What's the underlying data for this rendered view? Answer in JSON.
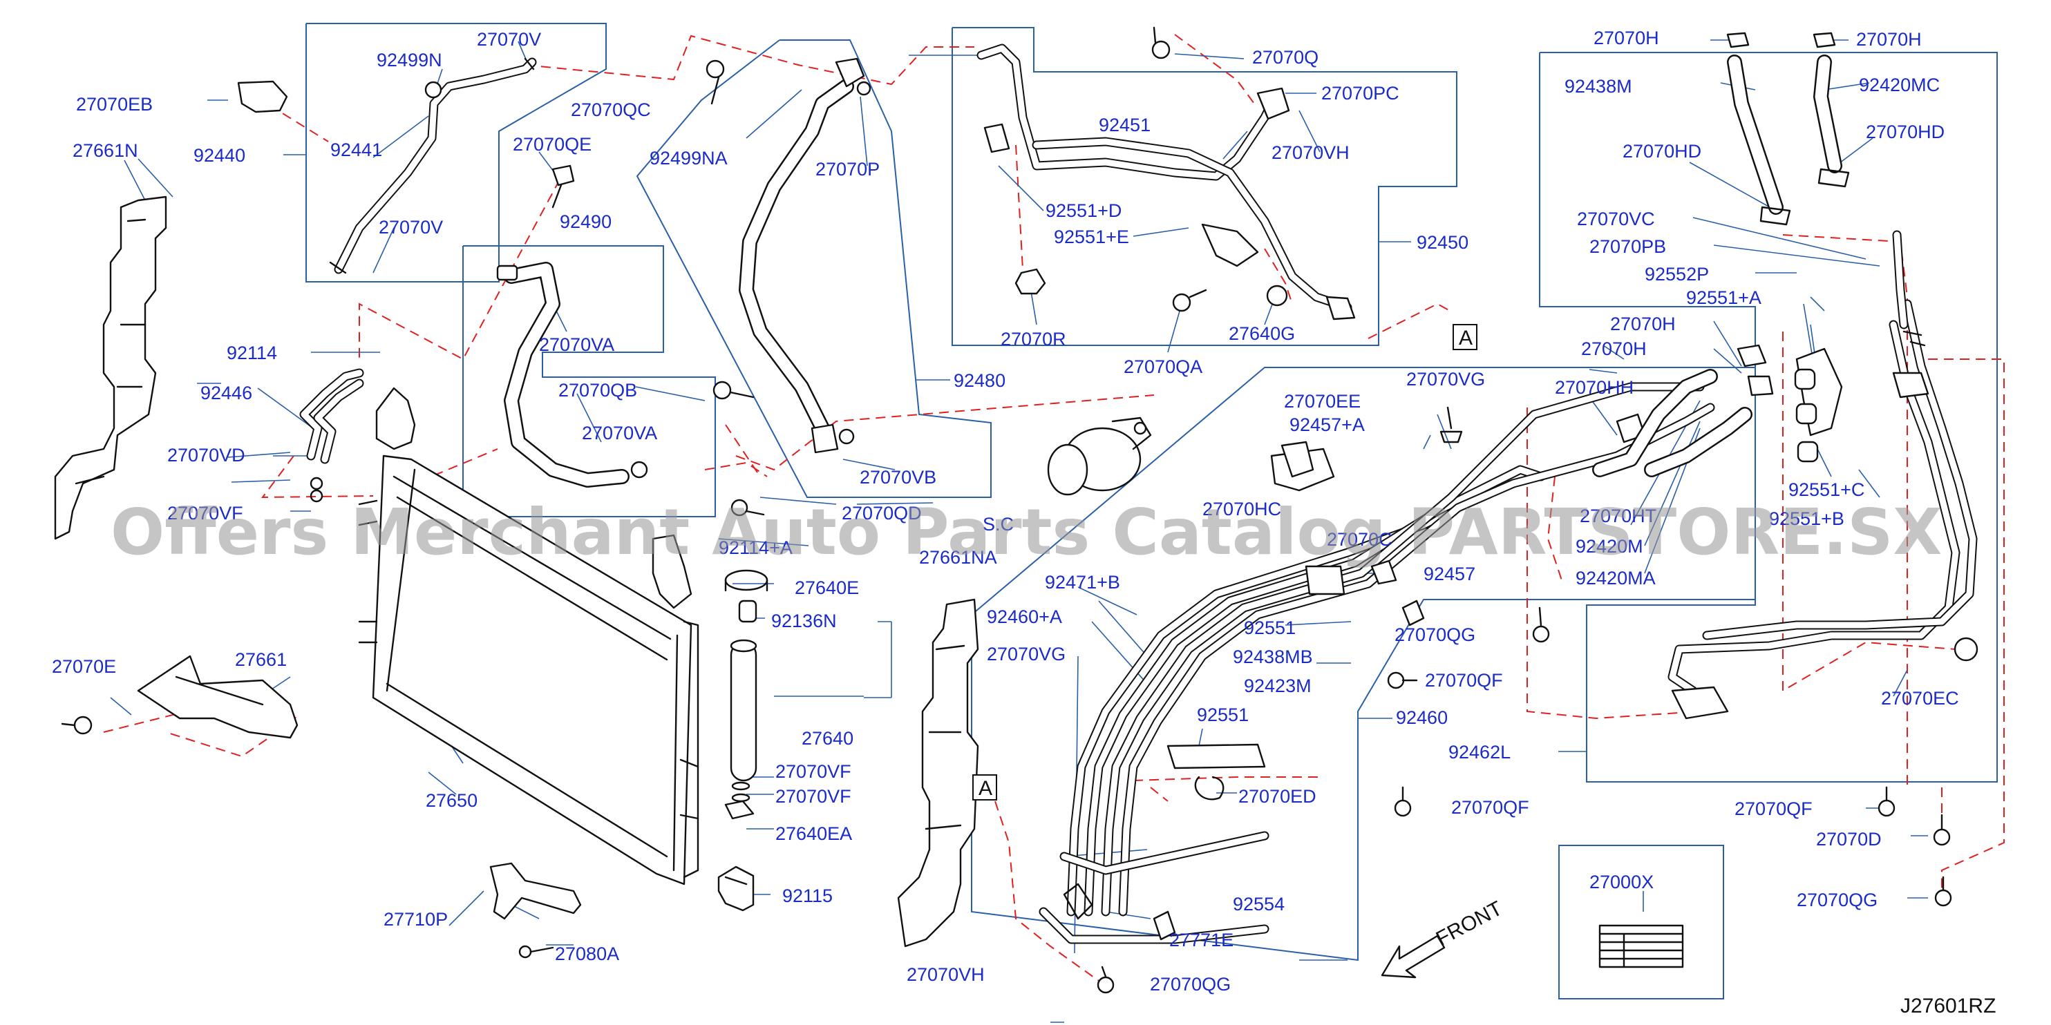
{
  "diagram": {
    "watermark": "Offers Merchant Auto Parts Catalog PARTSTORE.SX",
    "drawing_id": "J27601RZ",
    "front_label": "FRONT",
    "ref_marker": "A",
    "sc_fragment": "S.C",
    "labels": {
      "l_27070V_top": "27070V",
      "l_92499N": "92499N",
      "l_27070EB": "27070EB",
      "l_92440": "92440",
      "l_92441": "92441",
      "l_27661N": "27661N",
      "l_27070V_mid": "27070V",
      "l_27070QC": "27070QC",
      "l_27070QE": "27070QE",
      "l_92499NA": "92499NA",
      "l_27070P": "27070P",
      "l_92490": "92490",
      "l_27070VA_1": "27070VA",
      "l_27070QB": "27070QB",
      "l_27070VA_2": "27070VA",
      "l_92480": "92480",
      "l_27070VB": "27070VB",
      "l_92114": "92114",
      "l_92446": "92446",
      "l_27070VD": "27070VD",
      "l_27070VF_left": "27070VF",
      "l_27070QD": "27070QD",
      "l_92114A": "92114+A",
      "l_27640E": "27640E",
      "l_92136N": "92136N",
      "l_27640": "27640",
      "l_27070VF_1": "27070VF",
      "l_27070VF_2": "27070VF",
      "l_27640EA": "27640EA",
      "l_92115": "92115",
      "l_27650": "27650",
      "l_27070E": "27070E",
      "l_27661": "27661",
      "l_27710P": "27710P",
      "l_27080A": "27080A",
      "l_27070Q": "27070Q",
      "l_27070PC": "27070PC",
      "l_92451": "92451",
      "l_27070VH_top": "27070VH",
      "l_92551D": "92551+D",
      "l_92551E": "92551+E",
      "l_92450": "92450",
      "l_27070R": "27070R",
      "l_27070QA": "27070QA",
      "l_27640G": "27640G",
      "l_27070EE": "27070EE",
      "l_92457A": "92457+A",
      "l_27070VG_top": "27070VG",
      "l_27070HH": "27070HH",
      "l_27070HC": "27070HC",
      "l_27070C": "27070C",
      "l_27661NA": "27661NA",
      "l_92471B": "92471+B",
      "l_92460A": "92460+A",
      "l_27070VG_mid": "27070VG",
      "l_92457": "92457",
      "l_92551_a": "92551",
      "l_92438MB": "92438MB",
      "l_92423M": "92423M",
      "l_92551_b": "92551",
      "l_27070ED": "27070ED",
      "l_92460": "92460",
      "l_27070QG_1": "27070QG",
      "l_27070QF_1": "27070QF",
      "l_27070QF_2": "27070QF",
      "l_92554": "92554",
      "l_27771E": "27771E",
      "l_27070VH_bot": "27070VH",
      "l_27070QG_2": "27070QG",
      "l_27070H_1": "27070H",
      "l_27070H_2": "27070H",
      "l_92438M": "92438M",
      "l_92420MC": "92420MC",
      "l_27070HD_1": "27070HD",
      "l_27070HD_2": "27070HD",
      "l_27070VC": "27070VC",
      "l_27070PB": "27070PB",
      "l_92552P": "92552P",
      "l_92551A": "92551+A",
      "l_27070H_3": "27070H",
      "l_27070H_4": "27070H",
      "l_27070HT": "27070HT",
      "l_92420M": "92420M",
      "l_92420MA": "92420MA",
      "l_92551C": "92551+C",
      "l_92551B": "92551+B",
      "l_27070EC": "27070EC",
      "l_92462L": "92462L",
      "l_27070QF_3": "27070QF",
      "l_27070D": "27070D",
      "l_27070QG_3": "27070QG",
      "l_27000X": "27000X"
    }
  }
}
